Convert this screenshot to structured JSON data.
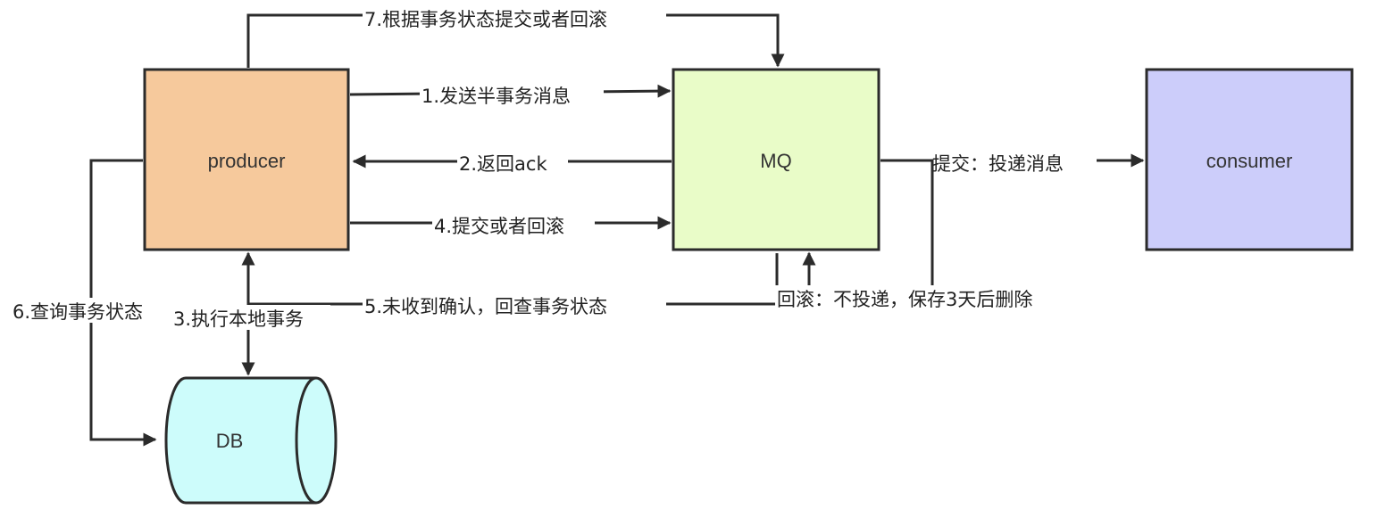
{
  "nodes": {
    "producer": {
      "label": "producer",
      "fill": "#f6c99c"
    },
    "mq": {
      "label": "MQ",
      "fill": "#e9fcc8"
    },
    "consumer": {
      "label": "consumer",
      "fill": "#cccdfa"
    },
    "db": {
      "label": "DB",
      "fill": "#cdfcfb"
    }
  },
  "edges": {
    "e1": "1.发送半事务消息",
    "e2": "2.返回ack",
    "e3": "3.执行本地事务",
    "e4": "4.提交或者回滚",
    "e5": "5.未收到确认，回查事务状态",
    "e6": "6.查询事务状态",
    "e7": "7.根据事务状态提交或者回滚",
    "commit": "提交：投递消息",
    "rollback": "回滚：不投递，保存3天后删除"
  },
  "colors": {
    "stroke": "#2b2b2b"
  }
}
